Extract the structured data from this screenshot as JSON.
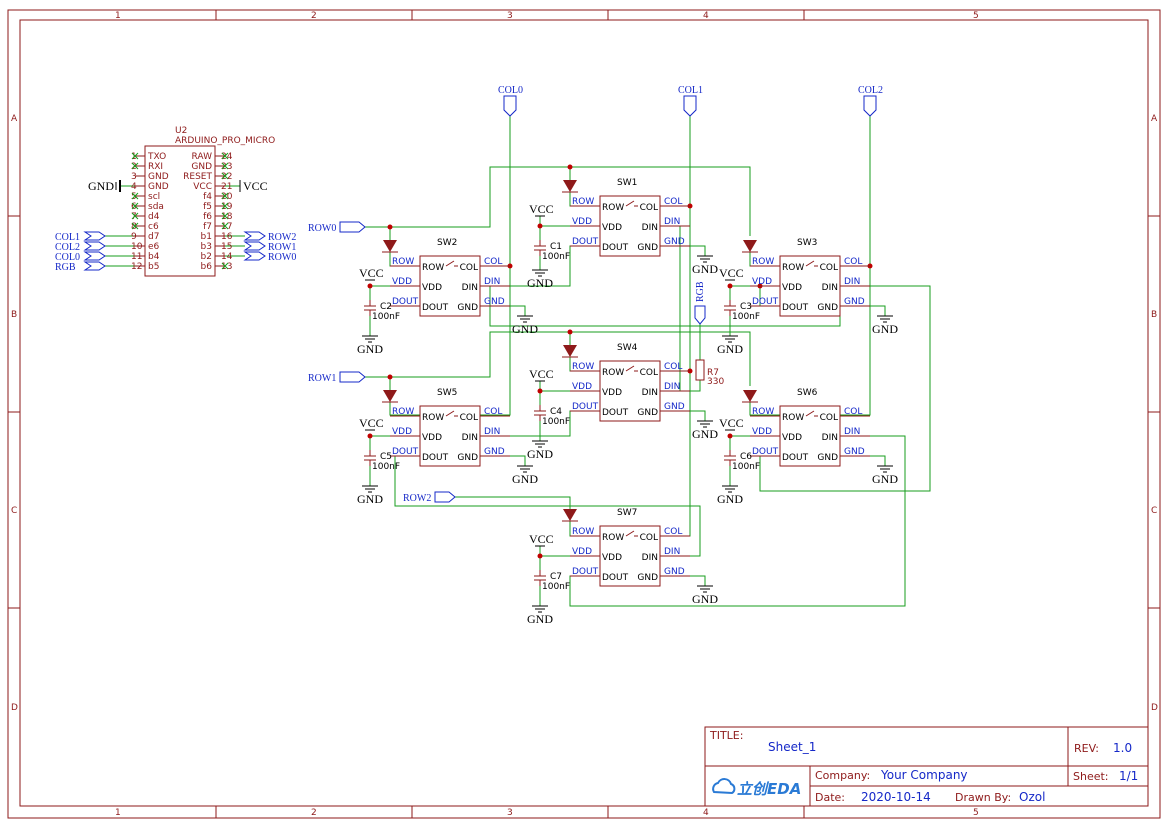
{
  "border": {
    "columns": [
      "1",
      "2",
      "3",
      "4",
      "5"
    ],
    "rows": [
      "A",
      "B",
      "C",
      "D"
    ]
  },
  "ic": {
    "ref": "U2",
    "name": "ARDUINO_PRO_MICRO",
    "left_pins": [
      {
        "num": "1",
        "name": "TXO"
      },
      {
        "num": "2",
        "name": "RXI"
      },
      {
        "num": "3",
        "name": "GND"
      },
      {
        "num": "4",
        "name": "GND"
      },
      {
        "num": "5",
        "name": "scl"
      },
      {
        "num": "6",
        "name": "sda"
      },
      {
        "num": "7",
        "name": "d4"
      },
      {
        "num": "8",
        "name": "c6"
      },
      {
        "num": "9",
        "name": "d7"
      },
      {
        "num": "10",
        "name": "e6"
      },
      {
        "num": "11",
        "name": "b4"
      },
      {
        "num": "12",
        "name": "b5"
      }
    ],
    "right_pins": [
      {
        "num": "24",
        "name": "RAW"
      },
      {
        "num": "23",
        "name": "GND"
      },
      {
        "num": "22",
        "name": "RESET"
      },
      {
        "num": "21",
        "name": "VCC"
      },
      {
        "num": "20",
        "name": "f4"
      },
      {
        "num": "19",
        "name": "f5"
      },
      {
        "num": "18",
        "name": "f6"
      },
      {
        "num": "17",
        "name": "f7"
      },
      {
        "num": "16",
        "name": "b1"
      },
      {
        "num": "15",
        "name": "b3"
      },
      {
        "num": "14",
        "name": "b2"
      },
      {
        "num": "13",
        "name": "b6"
      }
    ],
    "left_ports": [
      "COL1",
      "COL2",
      "COL0",
      "RGB"
    ],
    "right_ports": [
      "ROW2",
      "ROW1",
      "ROW0"
    ],
    "gnd": "GND",
    "vcc": "VCC"
  },
  "nets": {
    "col0": "COL0",
    "col1": "COL1",
    "col2": "COL2",
    "row0": "ROW0",
    "row1": "ROW1",
    "row2": "ROW2",
    "rgb": "RGB",
    "vcc": "VCC",
    "gnd": "GND"
  },
  "switch_pins": {
    "row": "ROW",
    "vdd": "VDD",
    "dout": "DOUT",
    "col": "COL",
    "din": "DIN",
    "gnd": "GND",
    "sym_row": "ROW",
    "sym_col": "COL"
  },
  "switches": [
    "SW1",
    "SW2",
    "SW3",
    "SW4",
    "SW5",
    "SW6",
    "SW7"
  ],
  "caps": [
    {
      "ref": "C1",
      "value": "100nF"
    },
    {
      "ref": "C2",
      "value": "100nF"
    },
    {
      "ref": "C3",
      "value": "100nF"
    },
    {
      "ref": "C4",
      "value": "100nF"
    },
    {
      "ref": "C5",
      "value": "100nF"
    },
    {
      "ref": "C6",
      "value": "100nF"
    },
    {
      "ref": "C7",
      "value": "100nF"
    }
  ],
  "resistor": {
    "ref": "R7",
    "value": "330"
  },
  "title_block": {
    "title_label": "TITLE:",
    "title": "Sheet_1",
    "rev_label": "REV:",
    "rev": "1.0",
    "company_label": "Company:",
    "company": "Your Company",
    "sheet_label": "Sheet:",
    "sheet": "1/1",
    "date_label": "Date:",
    "date": "2020-10-14",
    "drawn_label": "Drawn By:",
    "drawn": "Ozol",
    "logo_text": "立创EDA"
  }
}
